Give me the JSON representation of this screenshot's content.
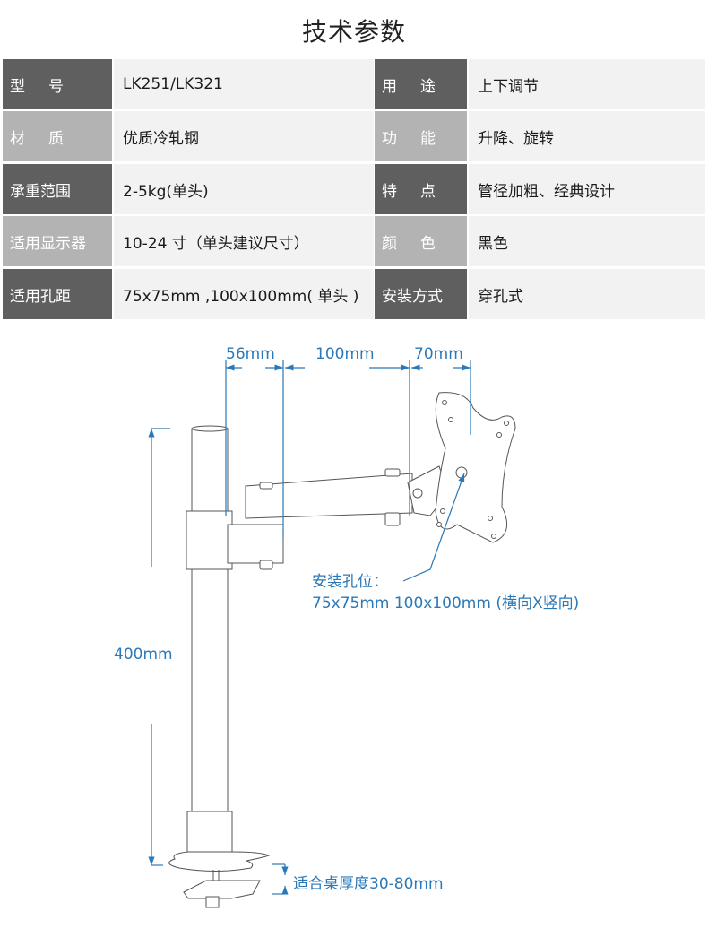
{
  "title": "技术参数",
  "specs": [
    {
      "label_a": [
        "型",
        "号"
      ],
      "value_a": "LK251/LK321",
      "label_b": [
        "用",
        "途"
      ],
      "value_b": "上下调节",
      "shade": "dark"
    },
    {
      "label_a": [
        "材",
        "质"
      ],
      "value_a": "优质冷轧钢",
      "label_b": [
        "功",
        "能"
      ],
      "value_b": "升降、旋转",
      "shade": "light"
    },
    {
      "label_a": [
        "承重范围"
      ],
      "value_a": "2-5kg(单头)",
      "label_b": [
        "特",
        "点"
      ],
      "value_b": "管径加粗、经典设计",
      "shade": "dark"
    },
    {
      "label_a": [
        "适用显示器"
      ],
      "value_a": "10-24 寸（单头建议尺寸）",
      "label_b": [
        "颜",
        "色"
      ],
      "value_b": "黑色",
      "shade": "light"
    },
    {
      "label_a": [
        "适用孔距"
      ],
      "value_a": "75x75mm ,100x100mm( 单头 )",
      "label_b": [
        "安装方式"
      ],
      "value_b": "穿孔式",
      "shade": "dark"
    }
  ],
  "diagram": {
    "dim_56": "56mm",
    "dim_100": "100mm",
    "dim_70": "70mm",
    "dim_400": "400mm",
    "vesa_label": "安装孔位：",
    "vesa_values": "75x75mm  100x100mm (横向X竖向)",
    "desk_thickness": "适合桌厚度30-80mm"
  },
  "colors": {
    "label_dark": "#5f5f5f",
    "label_light": "#b3b3b3",
    "value_bg": "#f2f2f2",
    "dimension_blue": "#2a78b8"
  }
}
